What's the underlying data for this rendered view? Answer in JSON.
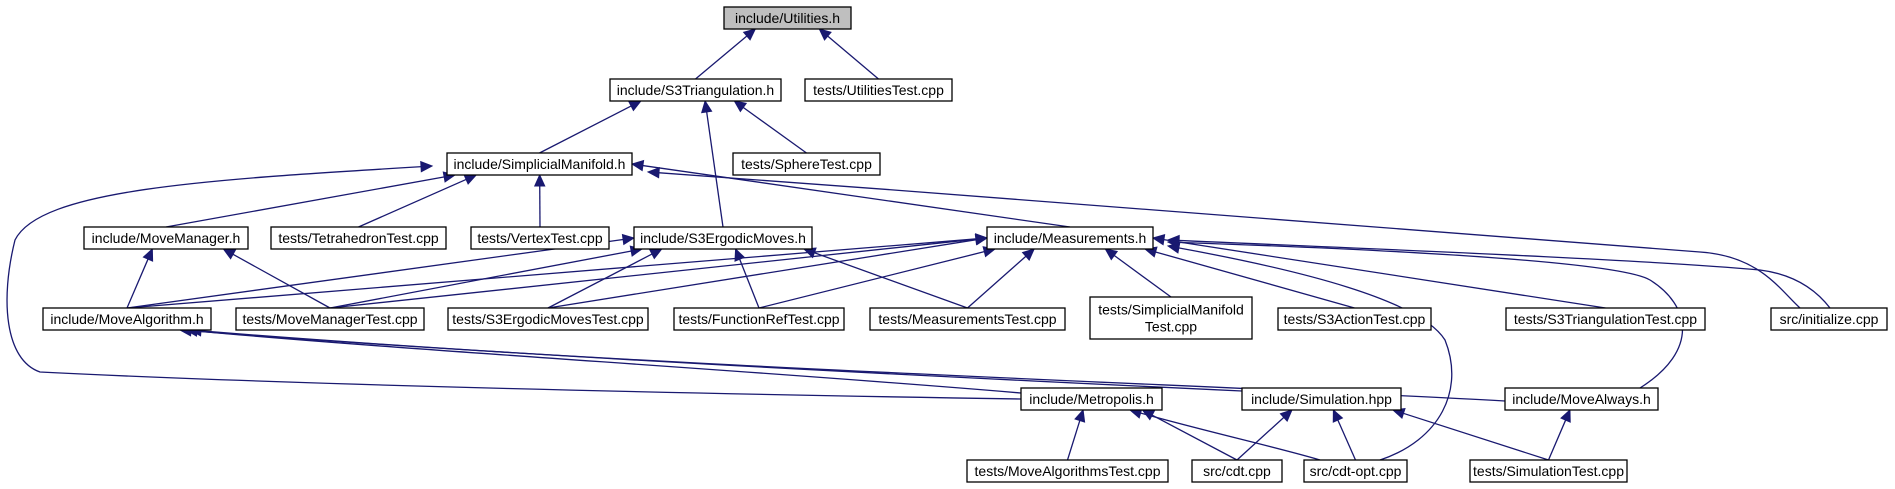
{
  "colors": {
    "edge": "#191970",
    "node_fill": "#ffffff",
    "root_fill": "#bfbfbf",
    "node_border": "#000000"
  },
  "nodes": [
    {
      "id": "utilities",
      "label": "include/Utilities.h",
      "root": true
    },
    {
      "id": "s3tri",
      "label": "include/S3Triangulation.h"
    },
    {
      "id": "utiltest",
      "label": "tests/UtilitiesTest.cpp"
    },
    {
      "id": "simpman",
      "label": "include/SimplicialManifold.h"
    },
    {
      "id": "spheretest",
      "label": "tests/SphereTest.cpp"
    },
    {
      "id": "movemanager",
      "label": "include/MoveManager.h"
    },
    {
      "id": "tetratest",
      "label": "tests/TetrahedronTest.cpp"
    },
    {
      "id": "vertextest",
      "label": "tests/VertexTest.cpp"
    },
    {
      "id": "ergodic",
      "label": "include/S3ErgodicMoves.h"
    },
    {
      "id": "measurements",
      "label": "include/Measurements.h"
    },
    {
      "id": "movealgo",
      "label": "include/MoveAlgorithm.h"
    },
    {
      "id": "mmtest",
      "label": "tests/MoveManagerTest.cpp"
    },
    {
      "id": "ergotest",
      "label": "tests/S3ErgodicMovesTest.cpp"
    },
    {
      "id": "funcref",
      "label": "tests/FunctionRefTest.cpp"
    },
    {
      "id": "meastest",
      "label": "tests/MeasurementsTest.cpp"
    },
    {
      "id": "smtest",
      "label": "tests/SimplicialManifold Test.cpp",
      "lines": [
        "tests/SimplicialManifold",
        "Test.cpp"
      ]
    },
    {
      "id": "s3action",
      "label": "tests/S3ActionTest.cpp"
    },
    {
      "id": "s3tritest",
      "label": "tests/S3TriangulationTest.cpp"
    },
    {
      "id": "init",
      "label": "src/initialize.cpp"
    },
    {
      "id": "metropolis",
      "label": "include/Metropolis.h"
    },
    {
      "id": "simulation",
      "label": "include/Simulation.hpp"
    },
    {
      "id": "movealways",
      "label": "include/MoveAlways.h"
    },
    {
      "id": "maltest",
      "label": "tests/MoveAlgorithmsTest.cpp"
    },
    {
      "id": "cdt",
      "label": "src/cdt.cpp"
    },
    {
      "id": "cdtopt",
      "label": "src/cdt-opt.cpp"
    },
    {
      "id": "simtest",
      "label": "tests/SimulationTest.cpp"
    }
  ],
  "edges": [
    [
      "utilities",
      "s3tri"
    ],
    [
      "utilities",
      "utiltest"
    ],
    [
      "s3tri",
      "simpman"
    ],
    [
      "s3tri",
      "spheretest"
    ],
    [
      "s3tri",
      "ergodic"
    ],
    [
      "simpman",
      "movemanager"
    ],
    [
      "simpman",
      "tetratest"
    ],
    [
      "simpman",
      "vertextest"
    ],
    [
      "simpman",
      "measurements"
    ],
    [
      "simpman",
      "init"
    ],
    [
      "simpman",
      "metropolis"
    ],
    [
      "movemanager",
      "movealgo"
    ],
    [
      "movemanager",
      "mmtest"
    ],
    [
      "ergodic",
      "movealgo"
    ],
    [
      "ergodic",
      "mmtest"
    ],
    [
      "ergodic",
      "ergotest"
    ],
    [
      "ergodic",
      "funcref"
    ],
    [
      "ergodic",
      "meastest"
    ],
    [
      "measurements",
      "movealgo"
    ],
    [
      "measurements",
      "mmtest"
    ],
    [
      "measurements",
      "ergotest"
    ],
    [
      "measurements",
      "funcref"
    ],
    [
      "measurements",
      "meastest"
    ],
    [
      "measurements",
      "smtest"
    ],
    [
      "measurements",
      "s3action"
    ],
    [
      "measurements",
      "s3tritest"
    ],
    [
      "measurements",
      "init"
    ],
    [
      "measurements",
      "cdtopt"
    ],
    [
      "measurements",
      "movealways"
    ],
    [
      "movealgo",
      "metropolis"
    ],
    [
      "movealgo",
      "simulation"
    ],
    [
      "movealgo",
      "movealways"
    ],
    [
      "metropolis",
      "maltest"
    ],
    [
      "metropolis",
      "cdt"
    ],
    [
      "metropolis",
      "cdtopt"
    ],
    [
      "simulation",
      "cdt"
    ],
    [
      "simulation",
      "cdtopt"
    ],
    [
      "simulation",
      "simtest"
    ],
    [
      "movealways",
      "simtest"
    ]
  ]
}
